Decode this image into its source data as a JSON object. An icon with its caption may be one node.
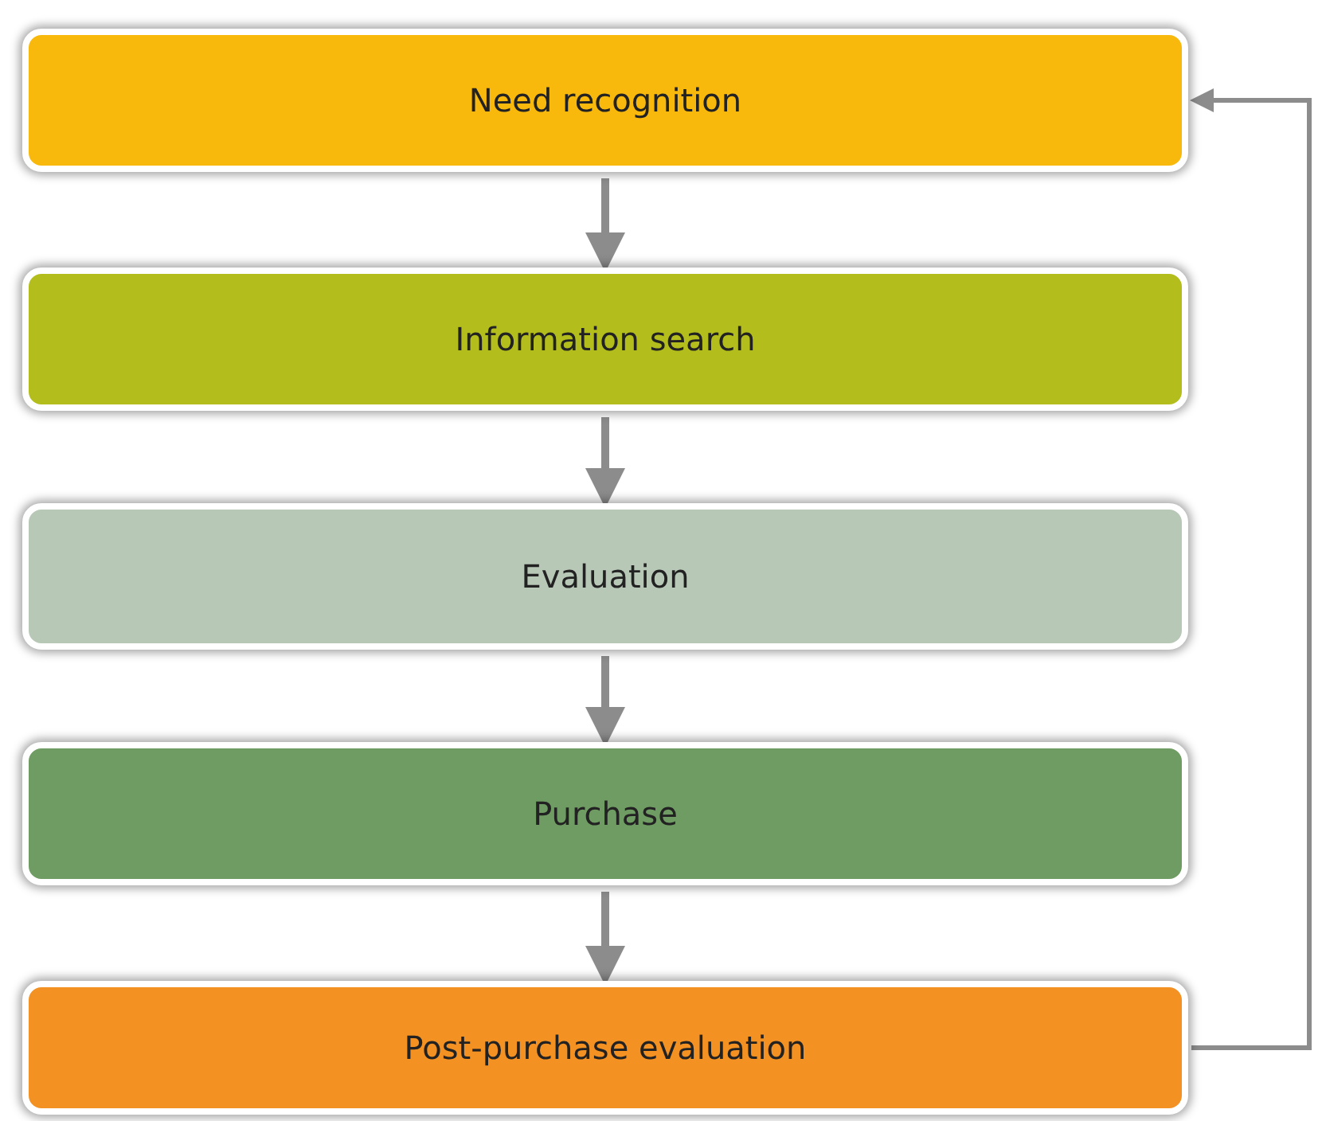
{
  "diagram": {
    "nodes": [
      {
        "text": [
          "Need recognition"
        ]
      },
      {
        "text": [
          "Information search"
        ]
      },
      {
        "text": [
          "Evaluation"
        ]
      },
      {
        "text": [
          "Purchase"
        ]
      },
      {
        "text": [
          "Post-purchase evaluation"
        ]
      }
    ],
    "edges": [
      {
        "from": 0,
        "to": 1,
        "arrow": "to"
      },
      {
        "from": 1,
        "to": 2,
        "arrow": "to"
      },
      {
        "from": 2,
        "to": 3,
        "arrow": "to"
      },
      {
        "from": 3,
        "to": 4,
        "arrow": "to"
      },
      {
        "from": 4,
        "to": 0,
        "arrow": "to"
      }
    ]
  }
}
